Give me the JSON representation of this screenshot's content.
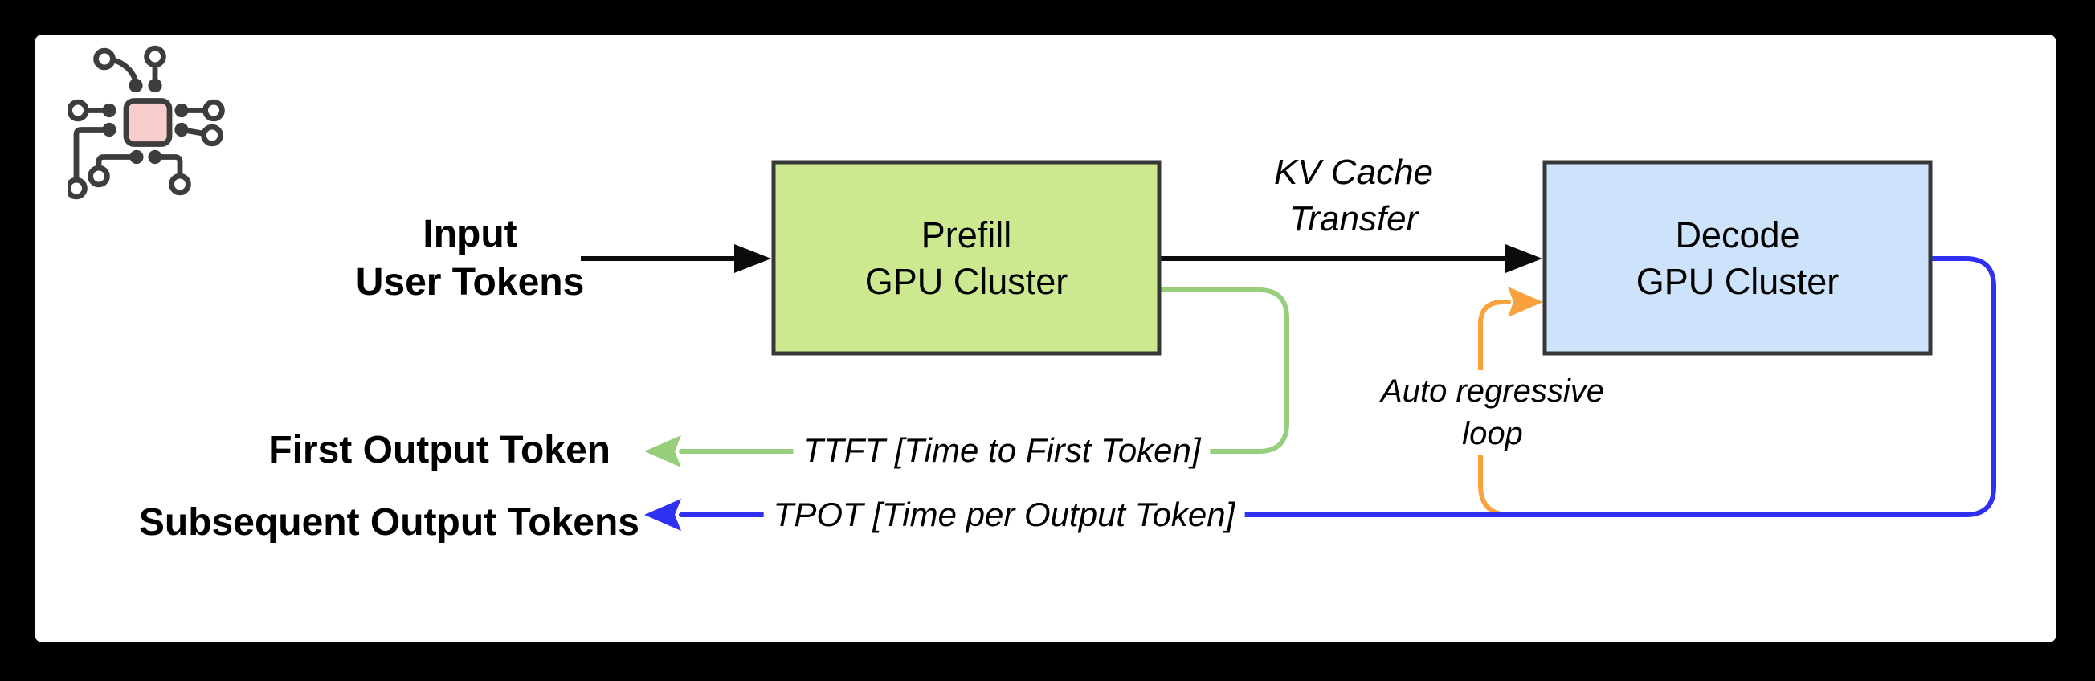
{
  "labels": {
    "input_line1": "Input",
    "input_line2": "User Tokens",
    "kv_line1": "KV Cache",
    "kv_line2": "Transfer",
    "autoreg_line1": "Auto regressive",
    "autoreg_line2": "loop",
    "first_output": "First Output Token",
    "subsequent_output": "Subsequent Output Tokens",
    "ttft": "TTFT [Time to First Token]",
    "tpot": "TPOT [Time per Output Token]"
  },
  "nodes": {
    "prefill_line1": "Prefill",
    "prefill_line2": "GPU Cluster",
    "decode_line1": "Decode",
    "decode_line2": "GPU Cluster"
  },
  "colors": {
    "prefill_fill": "#cce98f",
    "decode_fill": "#cce3fb",
    "box_border": "#373737",
    "green_line": "#97ce7b",
    "blue_line": "#3030f2",
    "orange_line": "#f9a13c",
    "arrow_black": "#0b0b0b",
    "chip_fill": "#f8cecc",
    "chip_stroke": "#3d3d3d",
    "panel_bg": "#ffffff",
    "frame_bg": "#000000"
  }
}
